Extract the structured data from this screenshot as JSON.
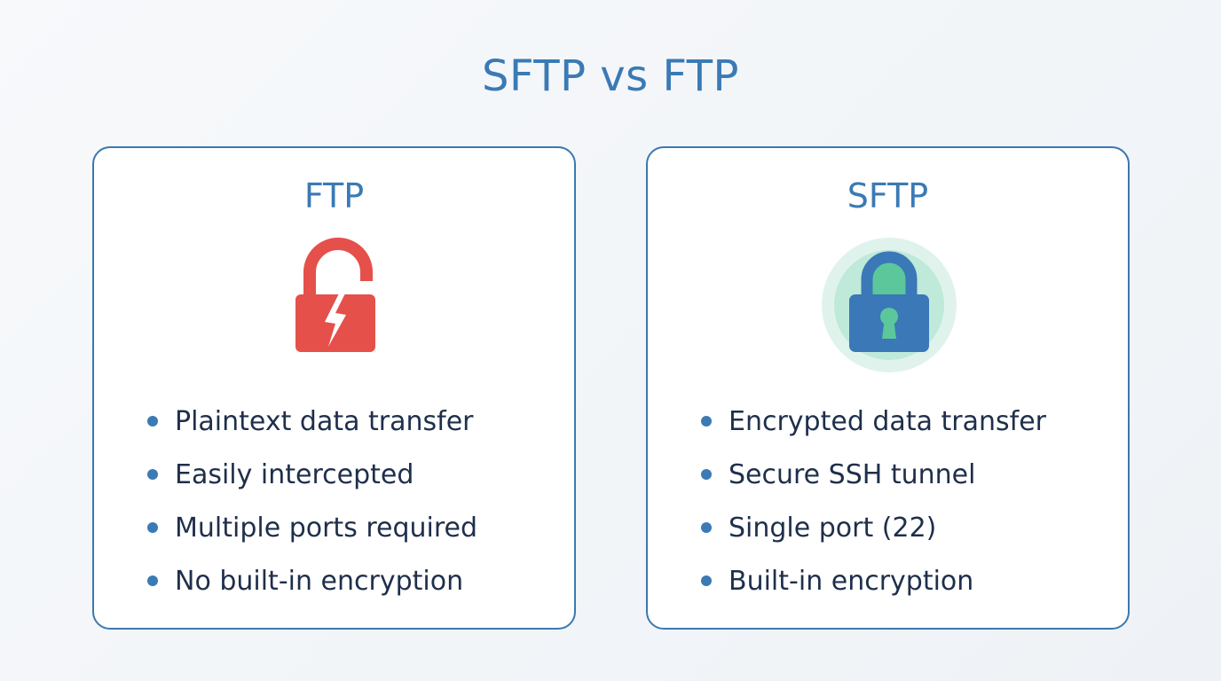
{
  "title": "SFTP vs FTP",
  "cards": [
    {
      "title": "FTP",
      "icon": "broken-lock-icon",
      "color": "#e5504b",
      "items": [
        "Plaintext data transfer",
        "Easily intercepted",
        "Multiple ports required",
        "No built-in encryption"
      ]
    },
    {
      "title": "SFTP",
      "icon": "secure-lock-icon",
      "color": "#3a78b8",
      "items": [
        "Encrypted data transfer",
        "Secure SSH tunnel",
        "Single port (22)",
        "Built-in encryption"
      ]
    }
  ]
}
